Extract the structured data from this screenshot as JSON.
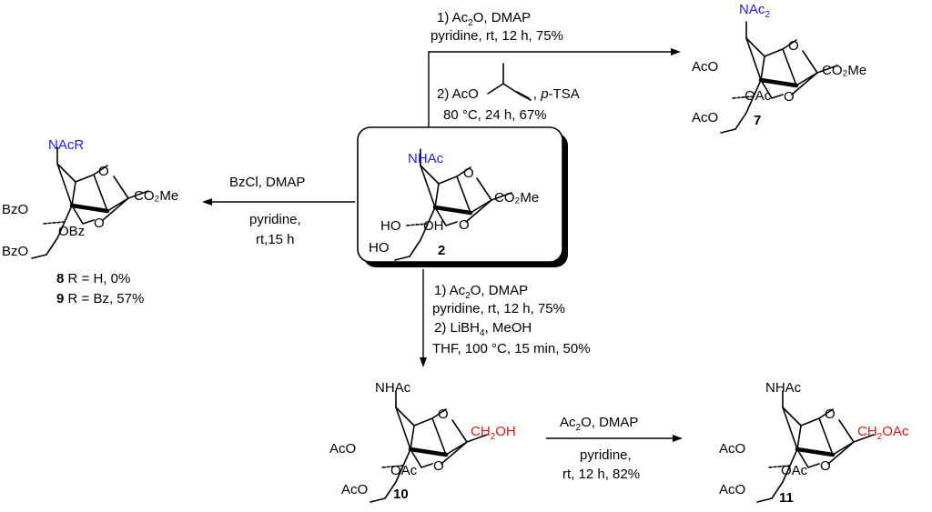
{
  "colors": {
    "blue": "#1f1fe0",
    "red": "#e01818",
    "black": "#000000"
  },
  "box_icon": "rounded-shadow-box",
  "compounds": {
    "c2": {
      "n": "NHAc",
      "o": "O",
      "ester": "CO₂Me",
      "ho1": "HO",
      "oh": "OH",
      "ho2": "HO",
      "label": "2"
    },
    "c7": {
      "n": "NAc",
      "nsub": "2",
      "o1": "O",
      "o2": "O",
      "ester": "CO₂Me",
      "aco1": "AcO",
      "oac": "OAc",
      "aco2": "AcO",
      "label": "7"
    },
    "c89": {
      "n": "NAcR",
      "o1": "O",
      "o2": "O",
      "ester": "CO₂Me",
      "bzo1": "BzO",
      "obz": "OBz",
      "bzo2": "BzO",
      "label8": "8",
      "text8": " R = H, 0%",
      "label9": "9",
      "text9": " R = Bz, 57%"
    },
    "c10": {
      "n": "NHAc",
      "o1": "O",
      "o2": "O",
      "ch2": "CH",
      "sub": "2",
      "oh": "OH",
      "aco1": "AcO",
      "oac": "OAc",
      "aco2": "AcO",
      "label": "10"
    },
    "c11": {
      "n": "NHAc",
      "o1": "O",
      "o2": "O",
      "ch2": "CH",
      "sub": "2",
      "oac_end": "OAc",
      "aco1": "AcO",
      "oac": "OAc",
      "aco2": "AcO",
      "label": "11"
    }
  },
  "arrows": {
    "to7": {
      "l1a": "1) Ac",
      "l1b": "2",
      "l1c": "O, DMAP",
      "l2": "pyridine, rt, 12 h, 75%",
      "l3a": "2) AcO",
      "l3b": ", ",
      "l3c": "p",
      "l3d": "-TSA",
      "l4": "80 °C, 24 h, 67%"
    },
    "to89": {
      "l1": "BzCl, DMAP",
      "l2": "pyridine,",
      "l3": "rt,15 h"
    },
    "to10": {
      "l1a": "1) Ac",
      "l1b": "2",
      "l1c": "O, DMAP",
      "l2": "pyridine, rt, 12 h, 75%",
      "l3a": "2) LiBH",
      "l3b": "4",
      "l3c": ", MeOH",
      "l4": "THF, 100 °C, 15 min, 50%"
    },
    "to11": {
      "l1a": "Ac",
      "l1b": "2",
      "l1c": "O, DMAP",
      "l2": "pyridine,",
      "l3": "rt, 12 h, 82%"
    }
  }
}
